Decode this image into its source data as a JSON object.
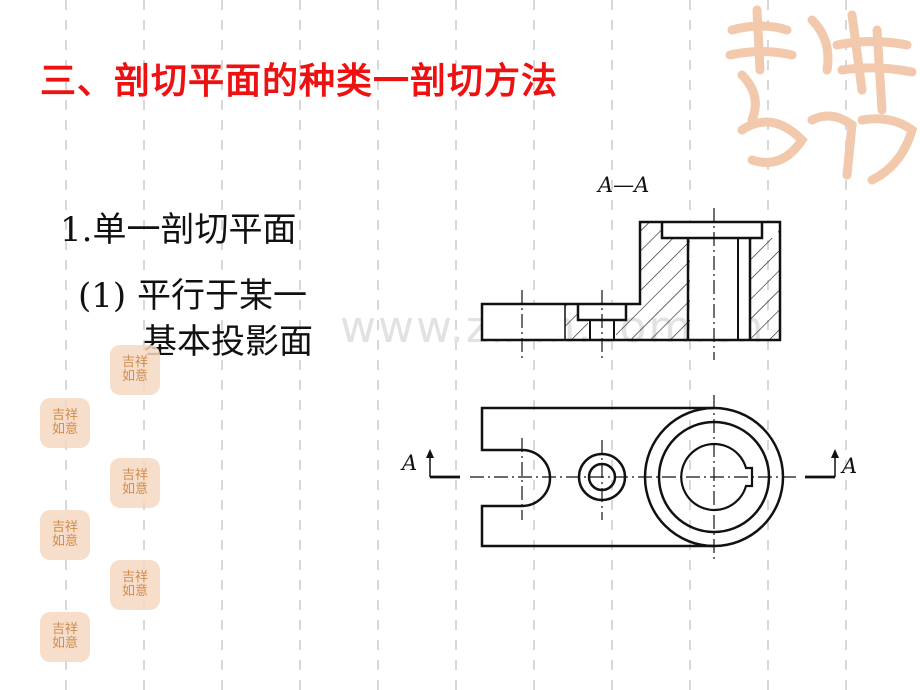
{
  "title": "三、剖切平面的种类一剖切方法",
  "item1": "1.单一剖切平面",
  "item1_sub_line1": "(1) 平行于某一",
  "item1_sub_line2": "基本投影面",
  "section_label": "A—A",
  "arrow_left_label": "A",
  "arrow_right_label": "A",
  "watermark": "www.zixin.com.cn",
  "seal_text": "吉祥如意",
  "colors": {
    "title": "#ee1111",
    "text": "#111111",
    "seal": "#c8792f",
    "line": "#111111"
  },
  "icons": [
    "seal-stamp-icon",
    "logo-calligraphy-icon"
  ]
}
